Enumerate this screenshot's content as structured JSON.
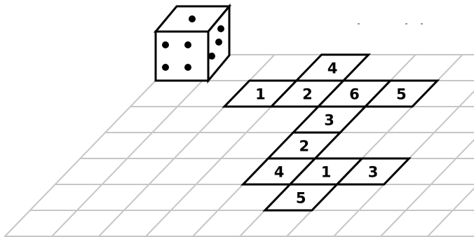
{
  "colors": {
    "background": "#ffffff",
    "grid": "#c6c6c6",
    "outline": "#000000"
  },
  "die": {
    "front_face_pips": 4,
    "top_face_pips": 1,
    "right_face_pips": 3
  },
  "cells": [
    {
      "label": "4"
    },
    {
      "label": "1"
    },
    {
      "label": "2"
    },
    {
      "label": "6"
    },
    {
      "label": "5"
    },
    {
      "label": "3"
    },
    {
      "label": "2"
    },
    {
      "label": "4"
    },
    {
      "label": "1"
    },
    {
      "label": "3"
    },
    {
      "label": "5"
    }
  ]
}
